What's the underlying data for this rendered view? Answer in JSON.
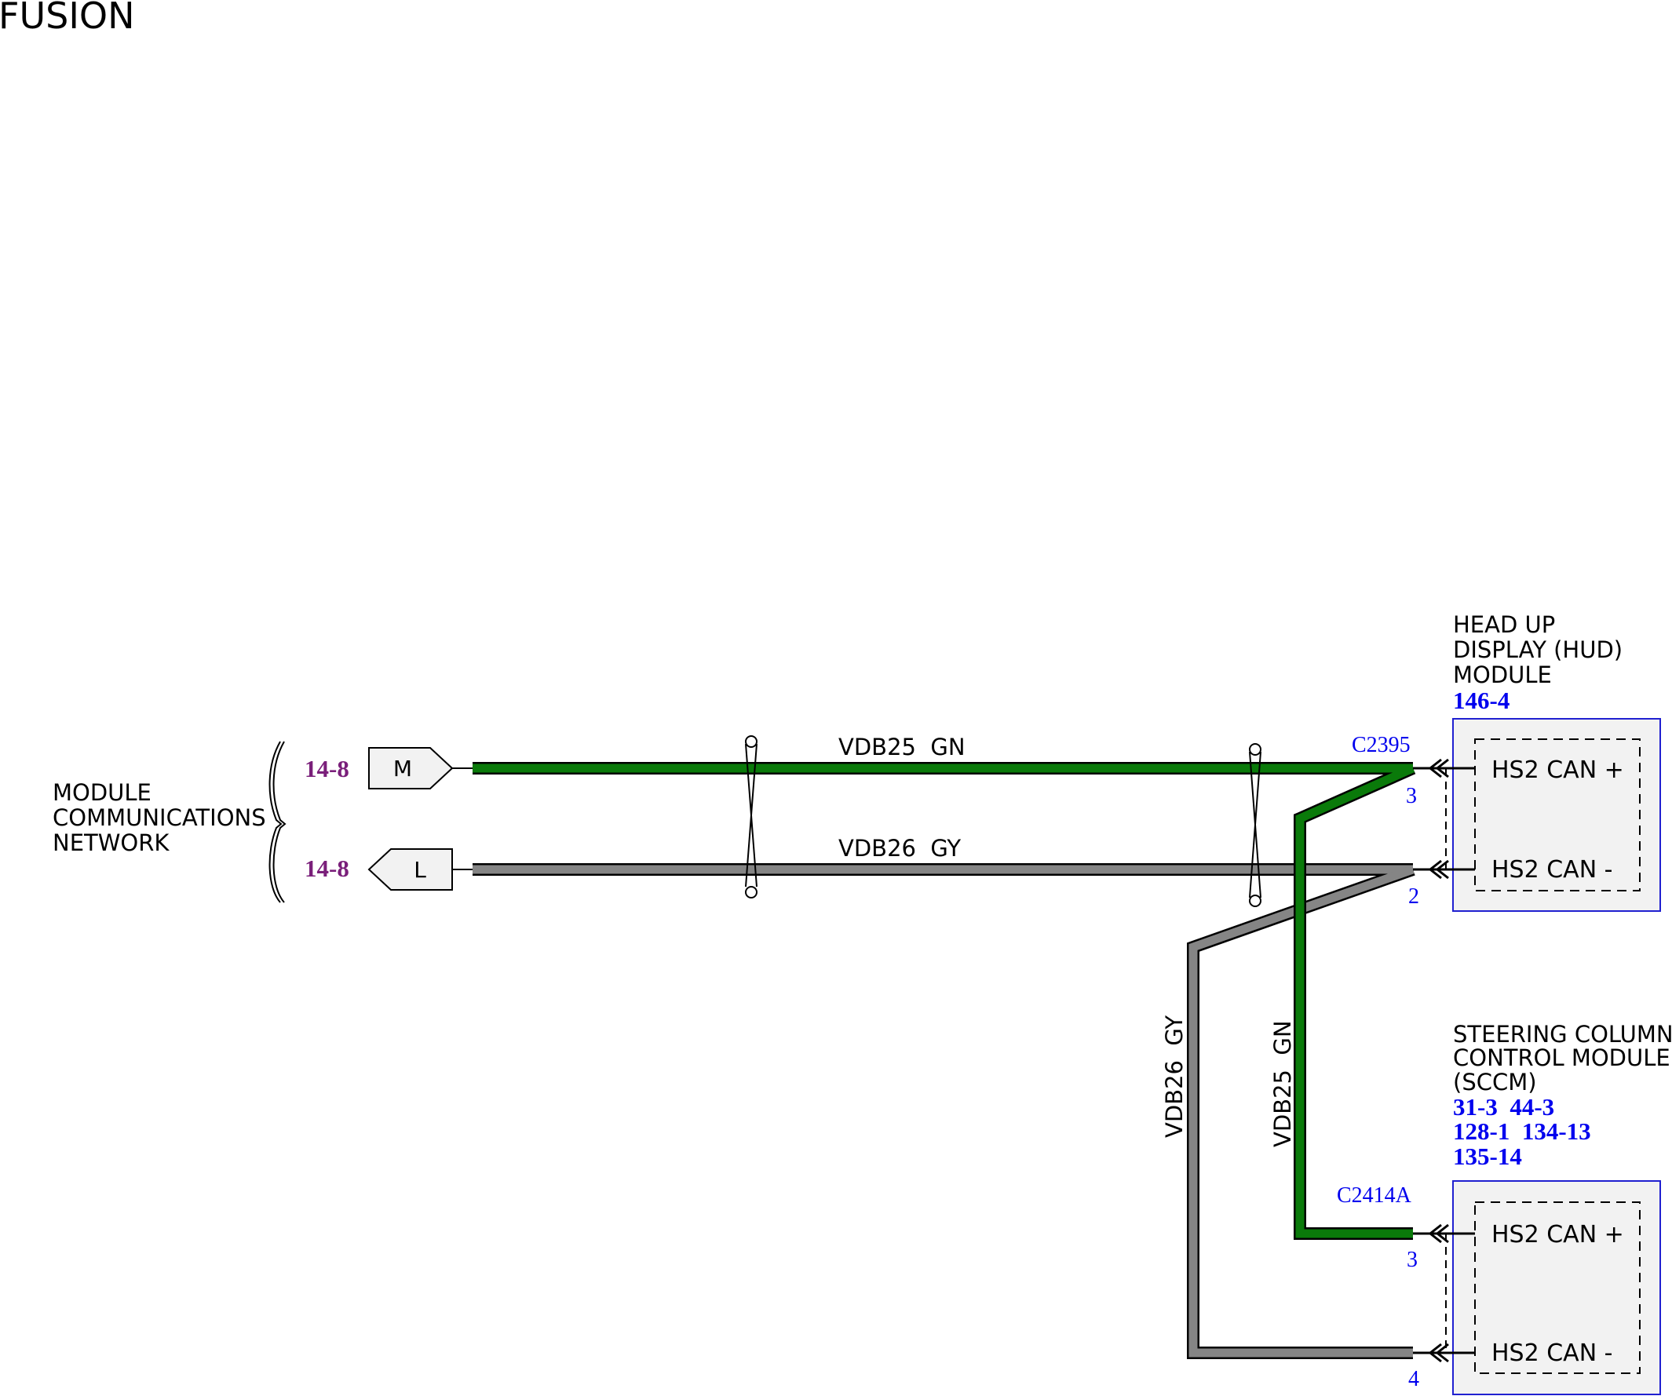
{
  "title": "FUSION",
  "colors": {
    "wire_green": "#0a7a0a",
    "wire_gray": "#858585",
    "ref_blue": "#0000ee",
    "page_ref_purple": "#7a1f7a",
    "module_fill": "#f2f2f2",
    "module_border": "#2020d0"
  },
  "network": {
    "label_lines": [
      "MODULE",
      "COMMUNICATIONS",
      "NETWORK"
    ],
    "refs": [
      {
        "page_ref": "14-8",
        "connector": "M"
      },
      {
        "page_ref": "14-8",
        "connector": "L"
      }
    ]
  },
  "wires": {
    "upper_label": "VDB25  GN",
    "lower_label": "VDB26  GY",
    "vertical_gy_label": "VDB26  GY",
    "vertical_gn_label": "VDB25  GN"
  },
  "hud": {
    "name_lines": [
      "HEAD UP",
      "DISPLAY (HUD)",
      "MODULE"
    ],
    "refs": [
      "146-4"
    ],
    "connector": "C2395",
    "pins": [
      {
        "number": "3",
        "label": "HS2 CAN +"
      },
      {
        "number": "2",
        "label": "HS2 CAN -"
      }
    ]
  },
  "sccm": {
    "name_lines": [
      "STEERING COLUMN",
      "CONTROL MODULE",
      "(SCCM)"
    ],
    "ref_lines": [
      "31-3  44-3",
      "128-1  134-13",
      "135-14"
    ],
    "connector": "C2414A",
    "pins": [
      {
        "number": "3",
        "label": "HS2 CAN +"
      },
      {
        "number": "4",
        "label": "HS2 CAN -"
      }
    ]
  }
}
